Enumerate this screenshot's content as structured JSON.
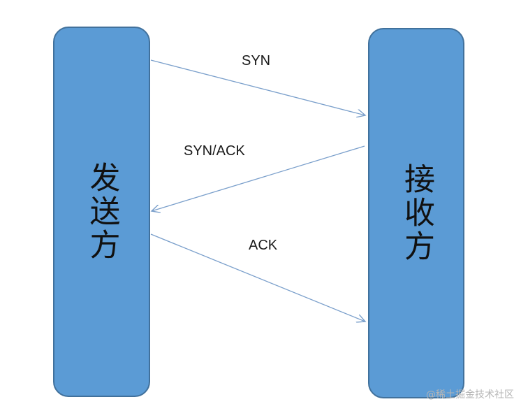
{
  "sender": {
    "label": "发送方"
  },
  "receiver": {
    "label": "接收方"
  },
  "messages": [
    {
      "label": "SYN",
      "direction": "sender-to-receiver"
    },
    {
      "label": "SYN/ACK",
      "direction": "receiver-to-sender"
    },
    {
      "label": "ACK",
      "direction": "sender-to-receiver"
    }
  ],
  "watermark": "@稀土掘金技术社区",
  "colors": {
    "box_fill": "#5b9bd5",
    "box_border": "#41719c",
    "arrow": "#7a9fcb"
  }
}
